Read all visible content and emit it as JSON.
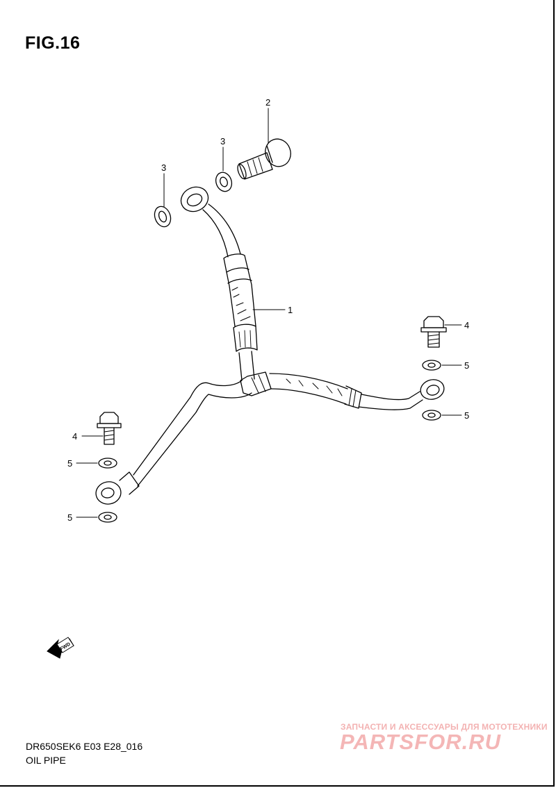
{
  "figure": {
    "title": "FIG.16"
  },
  "callouts": {
    "pipe": "1",
    "banjo_bolt": "2",
    "washer_upper": "3",
    "washer_left": "3",
    "bolt_right": "4",
    "washer_right_a": "5",
    "washer_right_b": "5",
    "bolt_left": "4",
    "washer_left_a": "5",
    "washer_left_b": "5"
  },
  "direction_marker": {
    "label": "FWD"
  },
  "footer": {
    "model_code": "DR650SEK6 E03 E28_016",
    "part_name": "OIL PIPE"
  },
  "watermark": {
    "tagline": "ЗАПЧАСТИ И АКСЕССУАРЫ ДЛЯ МОТОТЕХНИКИ",
    "logo": "PARTSFOR.RU"
  }
}
